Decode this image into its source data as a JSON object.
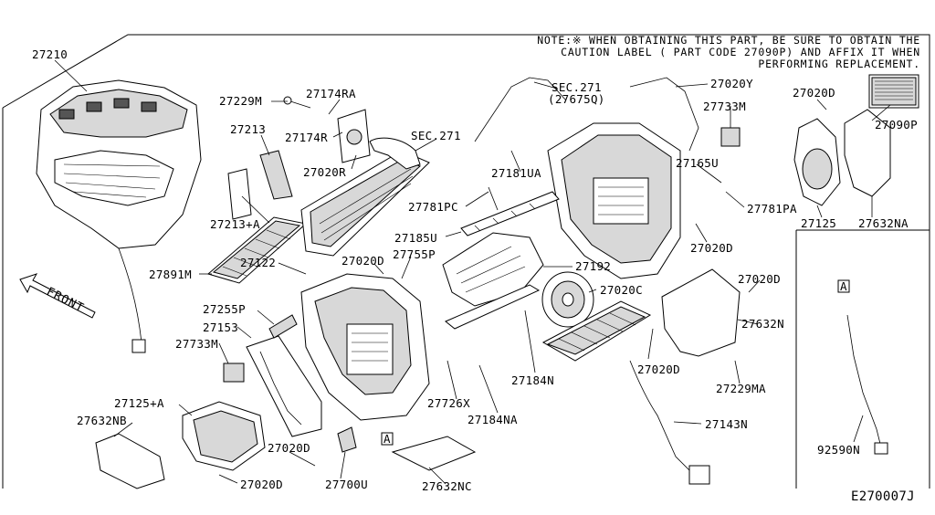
{
  "note": {
    "line1": "NOTE:※ WHEN OBTAINING THIS PART, BE SURE TO OBTAIN THE",
    "line2": "CAUTION LABEL ( PART CODE 27090P) AND AFFIX IT WHEN",
    "line3": "PERFORMING REPLACEMENT."
  },
  "diagram_code": "E270007J",
  "front_label": "FRONT",
  "ref_marker": "A",
  "labels": {
    "p27210": "27210",
    "p27229M": "27229M",
    "p27174RA": "27174RA",
    "p27174R": "27174R",
    "p27020R": "27020R",
    "p27213": "27213",
    "p27213A": "27213+A",
    "sec271a": "SEC.271",
    "sec271b": "SEC.271",
    "p27675Q": "(27675Q)",
    "p27020Y": "27020Y",
    "p27020D_1": "27020D",
    "p27090P": "27090P",
    "p27733M_1": "27733M",
    "p27181UA": "27181UA",
    "p27781PC": "27781PC",
    "p27165U": "27165U",
    "p27781PA": "27781PA",
    "p27125": "27125",
    "p27632NA": "27632NA",
    "p27185U": "27185U",
    "p27020D_2": "27020D",
    "p27891M": "27891M",
    "p27122": "27122",
    "p27020D_3": "27020D",
    "p27755P": "27755P",
    "p27192": "27192",
    "p27020D_4": "27020D",
    "p27020C": "27020C",
    "p27255P": "27255P",
    "p27632N": "27632N",
    "p27153": "27153",
    "p27733M_2": "27733M",
    "p27184N": "27184N",
    "p27020D_5": "27020D",
    "p27229MA": "27229MA",
    "p27726X": "27726X",
    "p27125A": "27125+A",
    "p27184NA": "27184NA",
    "p27143N": "27143N",
    "p27632NB": "27632NB",
    "p27020D_6": "27020D",
    "p92590N": "92590N",
    "p27020D_7": "27020D",
    "p27700U": "27700U",
    "p27632NC": "27632NC"
  }
}
